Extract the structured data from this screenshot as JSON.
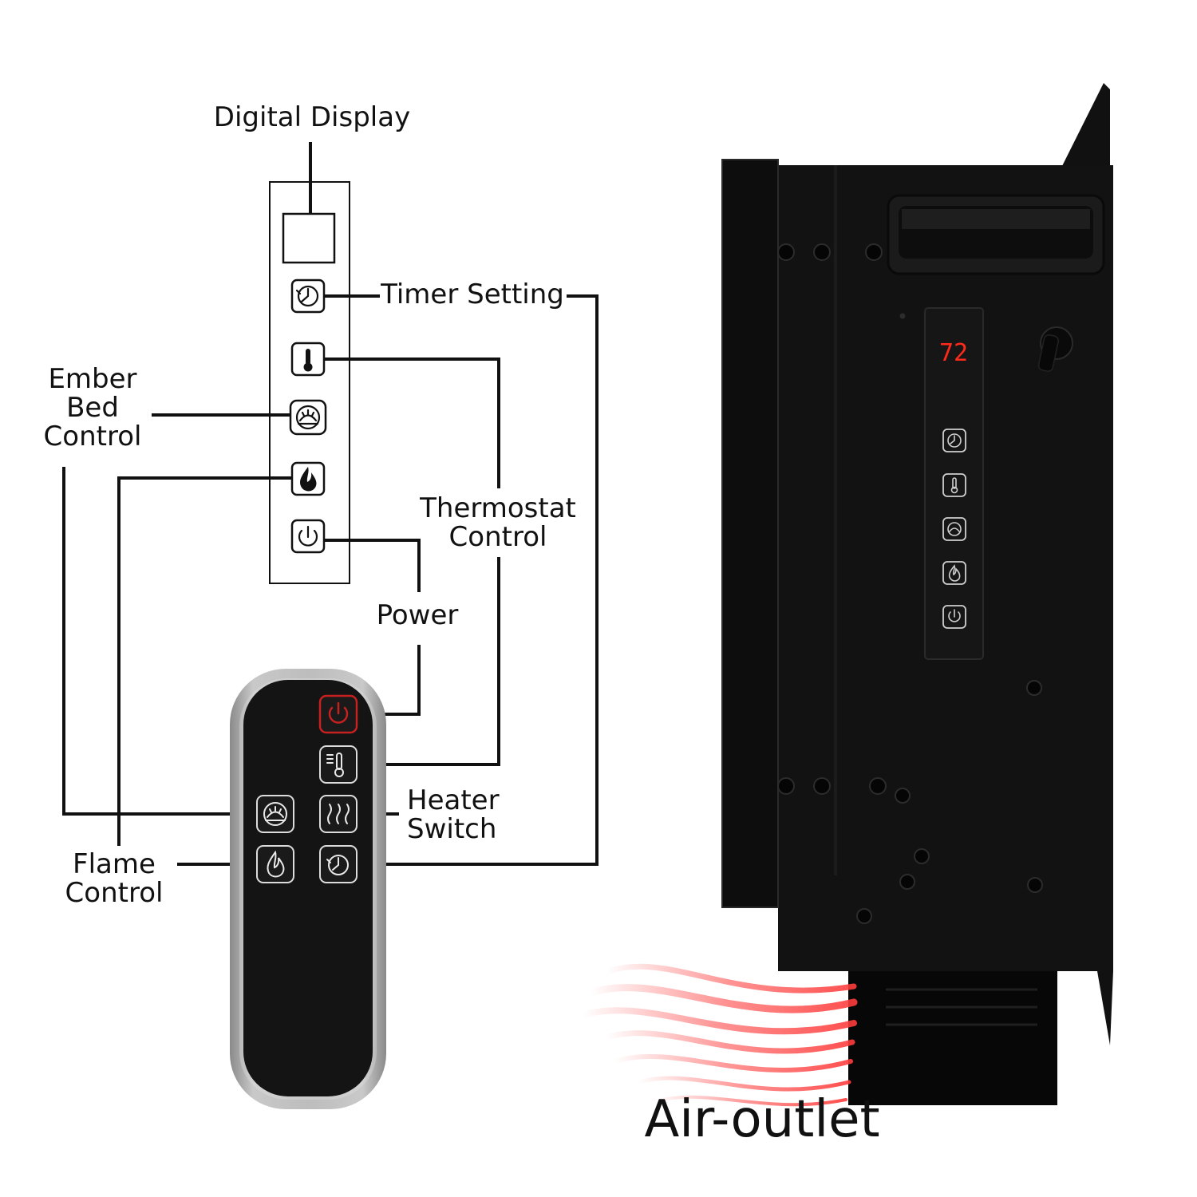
{
  "labels": {
    "digital_display": "Digital Display",
    "timer_setting": "Timer Setting",
    "ember_bed_control": [
      "Ember",
      "Bed",
      "Control"
    ],
    "thermostat_control": [
      "Thermostat",
      "Control"
    ],
    "power": "Power",
    "heater_switch": [
      "Heater",
      "Switch"
    ],
    "flame_control": [
      "Flame",
      "Control"
    ],
    "air_outlet": "Air-outlet"
  },
  "display": {
    "temperature": "72",
    "display_color": "#ff2a1a"
  },
  "icons": {
    "control_panel": [
      "timer-icon",
      "thermometer-icon",
      "ember-bed-icon",
      "flame-icon",
      "power-icon"
    ],
    "remote": [
      "power-icon",
      "thermostat-icon",
      "ember-bed-icon",
      "heater-icon",
      "flame-icon",
      "timer-icon"
    ]
  },
  "colors": {
    "remote_power_accent": "#c62020",
    "heat_flow": "#ff3b3b"
  }
}
